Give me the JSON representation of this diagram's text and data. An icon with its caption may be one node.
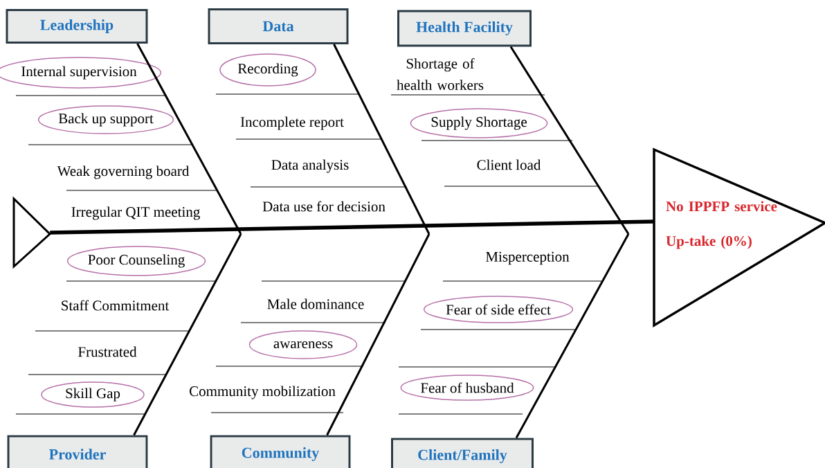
{
  "diagram": {
    "nodes": [
      {
        "text": [
          "Leadership"
        ]
      },
      {
        "text": [
          "Data"
        ]
      },
      {
        "text": [
          "Health Facility"
        ]
      },
      {
        "text": [
          "Internal supervision"
        ]
      },
      {
        "text": [
          "Recording"
        ]
      },
      {
        "text": [
          "Back up support"
        ]
      },
      {
        "text": [
          "Supply Shortage"
        ]
      },
      {
        "text": [],
        "shape": "triangle"
      },
      {
        "text": [
          "No IPPFP service Up-take (0%)"
        ]
      },
      {
        "text": [
          "Poor Counseling"
        ]
      },
      {
        "text": [
          "Fear of side effect"
        ]
      },
      {
        "text": [
          "awareness"
        ]
      },
      {
        "text": [
          "Skill Gap"
        ]
      },
      {
        "text": [
          "Fear of husband"
        ]
      },
      {
        "text": [
          "Provider"
        ]
      },
      {
        "text": [
          "Community"
        ]
      },
      {
        "text": [
          "Client/Family"
        ]
      }
    ],
    "edges": [
      {
        "from": 7,
        "to": 8,
        "arrow": "none",
        "style": "thick"
      },
      {
        "from": 0,
        "to": null,
        "arrow": "none"
      },
      {
        "from": 1,
        "to": null,
        "arrow": "none"
      },
      {
        "from": 2,
        "to": null,
        "arrow": "none"
      },
      {
        "from": 14,
        "to": null,
        "arrow": "none"
      },
      {
        "from": 15,
        "to": null,
        "arrow": "none"
      },
      {
        "from": 16,
        "to": null,
        "arrow": "none"
      }
    ],
    "labels": [
      "Shortage of health workers",
      "Incomplete report",
      "Weak governing board",
      "Client load",
      "Data analysis",
      "Irregular QIT meeting",
      "Data use for decision",
      "Misperception",
      "Staff Commitment",
      "Male dominance",
      "Frustrated",
      "Community mobilization"
    ]
  }
}
